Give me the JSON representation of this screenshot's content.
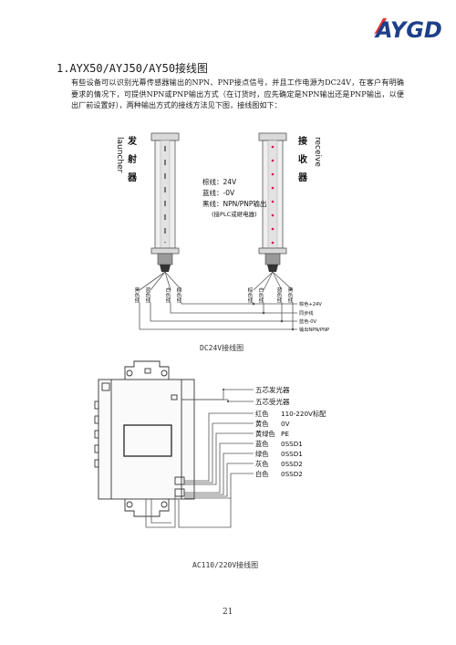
{
  "logo": {
    "text": "AYGD"
  },
  "section_title": "1.AYX50/AYJ50/AY50接线图",
  "intro": "有些设备可以识别光幕传感器输出的NPN、PNP接点信号，并且工作电源为DC24V，在客户有明确要求的情况下，可提供NPN或PNP输出方式（在订货时，应先确定是NPN输出还是PNP输出，以便出厂前设置好），两种输出方式的接线方法见下图，接线图如下：",
  "dc_diagram": {
    "emitter_label": "发射器",
    "emitter_label_en": "launcher",
    "receiver_label": "接收器",
    "receiver_label_en": "receive",
    "legend": [
      "棕线：24V",
      "蓝线：-0V",
      "黑线：NPN/PNP输出",
      "(接PLC或继电器)"
    ],
    "emitter_wires": [
      "黑色线",
      "蓝色线",
      "白色线",
      "棕色线"
    ],
    "receiver_wires": [
      "棕色线",
      "白色线",
      "蓝色线",
      "黑色线"
    ],
    "bus_labels": [
      "棕色+24V",
      "同步线",
      "蓝色-0V",
      "输出NPN/PNP"
    ]
  },
  "dc_caption": "DC24V接线图",
  "ac_diagram": {
    "top_labels": [
      "五芯发光器",
      "五芯受光器"
    ],
    "rows": [
      {
        "color": "红色",
        "value": "110-220V标配"
      },
      {
        "color": "黄色",
        "value": "0V"
      },
      {
        "color": "黄绿色",
        "value": "PE"
      },
      {
        "color": "蓝色",
        "value": "0SSD1"
      },
      {
        "color": "绿色",
        "value": "0SSD1"
      },
      {
        "color": "灰色",
        "value": "0SSD2"
      },
      {
        "color": "白色",
        "value": "0SSD2"
      }
    ]
  },
  "ac_caption": "AC110/220V接线图",
  "page_number": "21"
}
